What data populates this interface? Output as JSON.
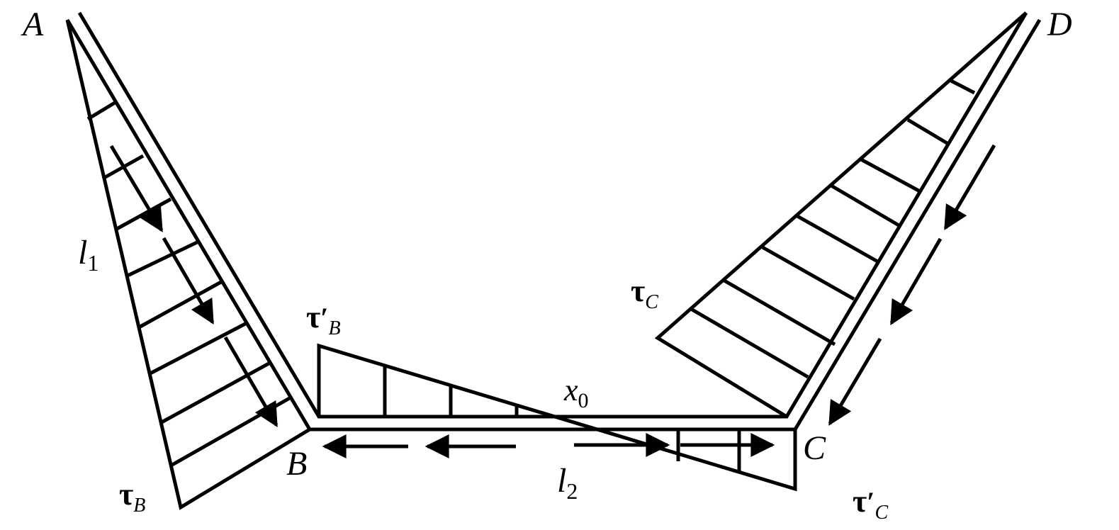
{
  "points": {
    "A": "A",
    "B": "B",
    "C": "C",
    "D": "D"
  },
  "lengths": {
    "l1": {
      "base": "l",
      "sub": "1"
    },
    "l2": {
      "base": "l",
      "sub": "2"
    },
    "x0": {
      "base": "x",
      "sub": "0"
    }
  },
  "stresses": {
    "tau_B": {
      "symbol": "τ",
      "prime": "",
      "sub": "B"
    },
    "tau_B_prime": {
      "symbol": "τ",
      "prime": "′",
      "sub": "B"
    },
    "tau_C": {
      "symbol": "τ",
      "prime": "",
      "sub": "C"
    },
    "tau_C_prime": {
      "symbol": "τ",
      "prime": "′",
      "sub": "C"
    }
  },
  "colors": {
    "stroke": "#000000",
    "background": "#ffffff"
  }
}
